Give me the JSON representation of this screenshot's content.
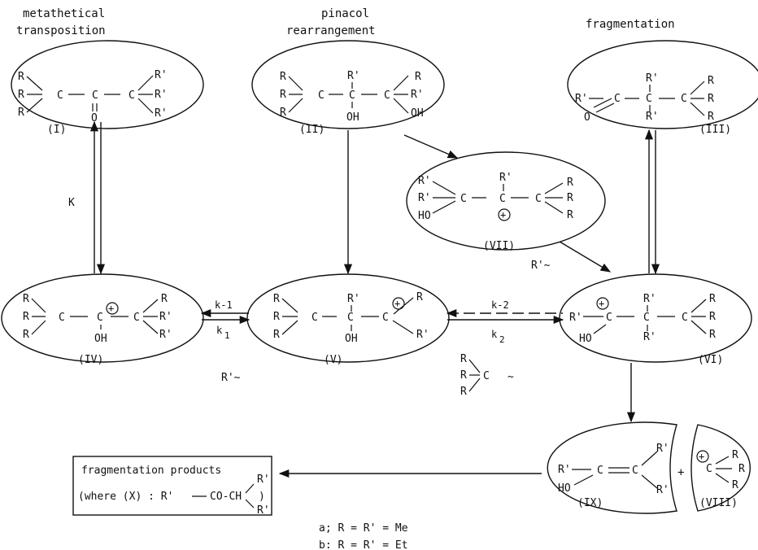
{
  "headings": {
    "metathetical_1": "metathetical",
    "metathetical_2": "transposition",
    "pinacol_1": "pinacol",
    "pinacol_2": "rearrangement",
    "fragmentation": "fragmentation"
  },
  "atoms": {
    "R": "R",
    "R_prime": "R'",
    "C": "C",
    "O": "O",
    "OH": "OH",
    "HO": "HO",
    "plus": "+",
    "dot": "·",
    "tilde": "~"
  },
  "compound_labels": [
    "(I)",
    "(II)",
    "(III)",
    "(IV)",
    "(V)",
    "(VI)",
    "(VII)",
    "(VIII)",
    "(IX)"
  ],
  "rate_labels": {
    "K": "K",
    "k_minus_1": "k-1",
    "k_1": "k",
    "k_1_sub": "1",
    "k_minus_2": "k-2",
    "k_2": "k",
    "k_2_sub": "2"
  },
  "migration_labels": {
    "rprime_shift_left": "R'~",
    "rprime_shift_right": "R'~"
  },
  "products_box": {
    "line1": "fragmentation products",
    "line2_start": "(where (X) : R'",
    "line2_mid": "CO-CH",
    "line2_end": ")"
  },
  "legend": {
    "a": "a;  R = R' = Me",
    "b": "b:  R = R' = Et"
  }
}
